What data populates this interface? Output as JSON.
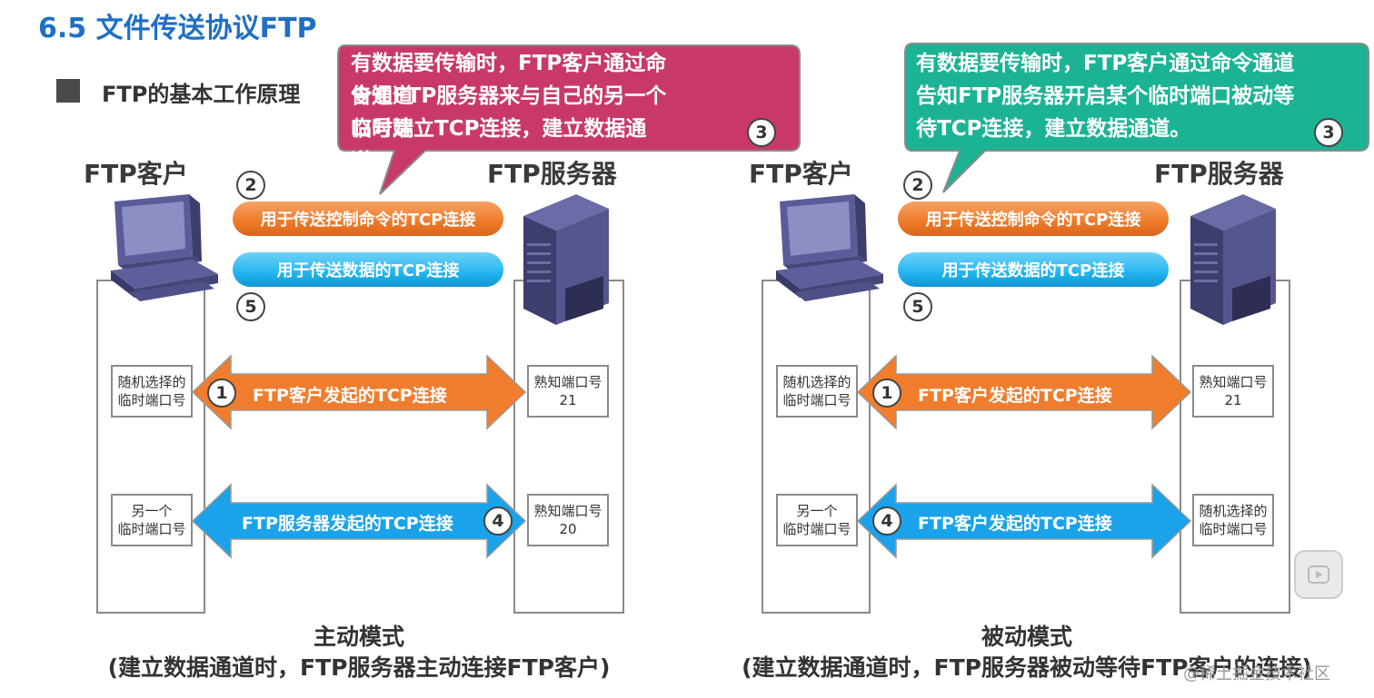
{
  "title": "6.5 文件传送协议FTP",
  "subtitle": "FTP的基本工作原理",
  "left": {
    "client_label": "FTP客户",
    "server_label": "FTP服务器",
    "callout": [
      "有数据要传输时，FTP客户通过命令通道",
      "告知FTP服务器来与自己的另一个临时端",
      "口号建立TCP连接，建立数据通道。"
    ],
    "callout_num": "3",
    "control_pipe": "用于传送控制命令的TCP连接",
    "data_pipe": "用于传送数据的TCP连接",
    "num2": "2",
    "num5": "5",
    "client_port1": [
      "随机选择的",
      "临时端口号"
    ],
    "server_port1": [
      "熟知端口号",
      "21"
    ],
    "arrow1_num": "1",
    "arrow1": "FTP客户发起的TCP连接",
    "client_port2": [
      "另一个",
      "临时端口号"
    ],
    "server_port2": [
      "熟知端口号",
      "20"
    ],
    "arrow2_num": "4",
    "arrow2": "FTP服务器发起的TCP连接",
    "caption1": "主动模式",
    "caption2": "(建立数据通道时，FTP服务器主动连接FTP客户)"
  },
  "right": {
    "client_label": "FTP客户",
    "server_label": "FTP服务器",
    "callout": [
      "有数据要传输时，FTP客户通过命令通道",
      "告知FTP服务器开启某个临时端口被动等",
      "待TCP连接，建立数据通道。"
    ],
    "callout_num": "3",
    "control_pipe": "用于传送控制命令的TCP连接",
    "data_pipe": "用于传送数据的TCP连接",
    "num2": "2",
    "num5": "5",
    "client_port1": [
      "随机选择的",
      "临时端口号"
    ],
    "server_port1": [
      "熟知端口号",
      "21"
    ],
    "arrow1_num": "1",
    "arrow1": "FTP客户发起的TCP连接",
    "client_port2": [
      "另一个",
      "临时端口号"
    ],
    "server_port2": [
      "随机选择的",
      "临时端口号"
    ],
    "arrow2_num": "4",
    "arrow2": "FTP客户发起的TCP连接",
    "caption1": "被动模式",
    "caption2": "(建立数据通道时，FTP服务器被动等待FTP客户的连接)"
  },
  "watermark": "@稀土掘金技术社区",
  "colors": {
    "title": "#1f6fc4",
    "callout_left": "#c8396a",
    "callout_right": "#1cb394",
    "orange": "#ef7d2d",
    "blue": "#1aa3ea",
    "control_pipe": "#f0802f",
    "data_pipe": "#22b5f0"
  },
  "icons": [
    "computer-icon",
    "server-icon",
    "play-icon"
  ]
}
